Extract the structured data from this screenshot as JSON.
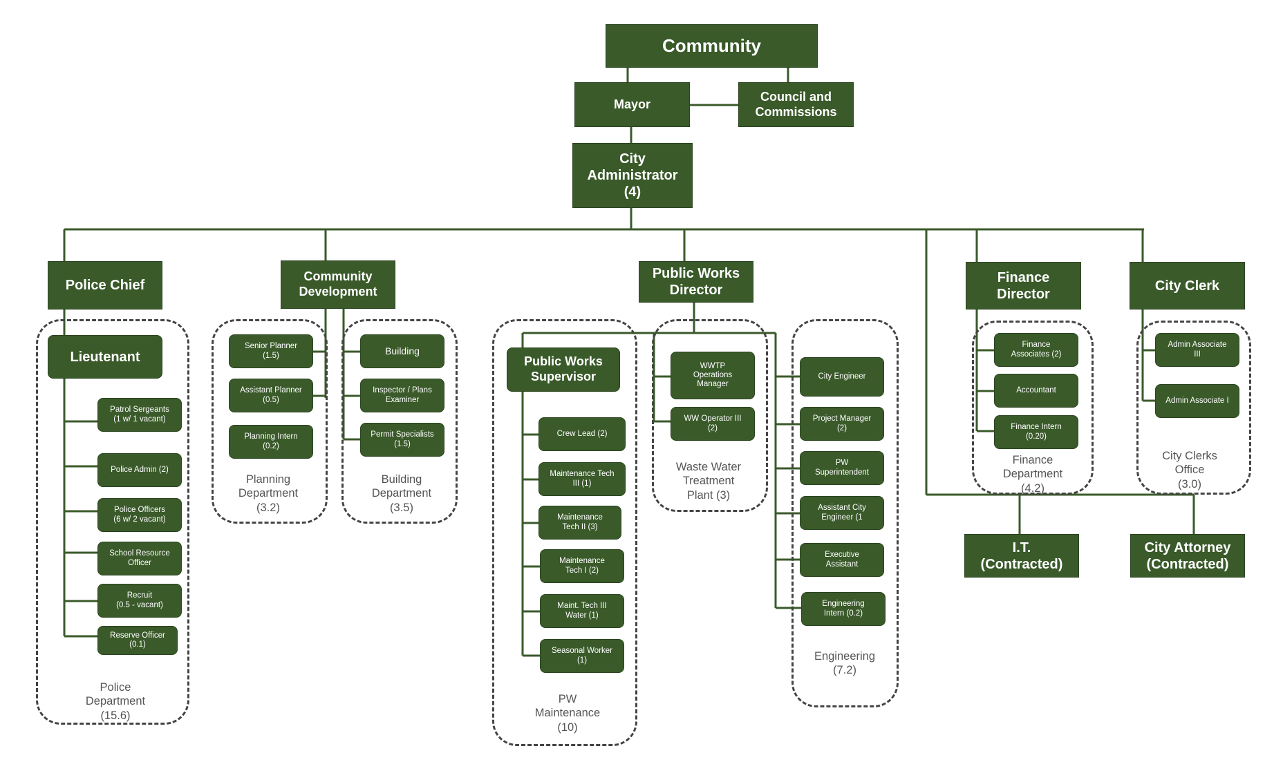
{
  "chart_data": {
    "type": "org-chart",
    "nodes": {
      "community": "Community",
      "mayor": "Mayor",
      "council": "Council and\nCommissions",
      "city_admin": "City\nAdministrator\n(4)",
      "police_chief": "Police Chief",
      "community_dev": "Community\nDevelopment",
      "pw_director": "Public Works\nDirector",
      "finance_director": "Finance\nDirector",
      "city_clerk": "City Clerk",
      "it": "I.T.\n(Contracted)",
      "city_attorney": "City Attorney\n(Contracted)",
      "lieutenant": "Lieutenant",
      "patrol_sergeants": "Patrol Sergeants\n(1 w/ 1 vacant)",
      "police_admin": "Police Admin (2)",
      "police_officers": "Police Officers\n(6 w/ 2 vacant)",
      "school_resource": "School Resource\nOfficer",
      "recruit": "Recruit\n(0.5 - vacant)",
      "reserve_officer": "Reserve Officer\n(0.1)",
      "senior_planner": "Senior Planner\n(1.5)",
      "assistant_planner": "Assistant Planner\n(0.5)",
      "planning_intern": "Planning Intern\n(0.2)",
      "building": "Building",
      "inspector": "Inspector / Plans\nExaminer",
      "permit_specialists": "Permit Specialists\n(1.5)",
      "pw_supervisor": "Public Works\nSupervisor",
      "crew_lead": "Crew Lead (2)",
      "mt3": "Maintenance Tech\nIII (1)",
      "mt2": "Maintenance\nTech II (3)",
      "mt1": "Maintenance\nTech I  (2)",
      "mt3w": "Maint. Tech III\nWater (1)",
      "seasonal": "Seasonal Worker\n(1)",
      "wwtp_mgr": "WWTP\nOperations\nManager",
      "ww_op3": "WW Operator III\n(2)",
      "city_engineer": "City Engineer",
      "project_manager": "Project Manager\n(2)",
      "pw_superintendent": "PW\nSuperintendent",
      "asst_city_engineer": "Assistant City\nEngineer (1",
      "exec_assistant": "Executive\nAssistant",
      "eng_intern": "Engineering\nIntern (0.2)",
      "finance_associates": "Finance\nAssociates (2)",
      "accountant": "Accountant",
      "finance_intern": "Finance Intern\n(0.20)",
      "admin_assoc3": "Admin Associate\nIII",
      "admin_assoc1": "Admin Associate I"
    },
    "groups": {
      "police_dept": "Police\nDepartment\n(15.6)",
      "planning_dept": "Planning\nDepartment\n(3.2)",
      "building_dept": "Building\nDepartment\n(3.5)",
      "pw_maintenance": "PW\nMaintenance\n(10)",
      "wastewater": "Waste Water\nTreatment\nPlant (3)",
      "engineering": "Engineering\n(7.2)",
      "finance_dept": "Finance\nDepartment\n(4.2)",
      "clerks_office": "City Clerks\nOffice\n(3.0)"
    },
    "colors": {
      "box_fill": "#3a5a2a",
      "box_text": "#ffffff",
      "group_border": "#444444"
    }
  }
}
